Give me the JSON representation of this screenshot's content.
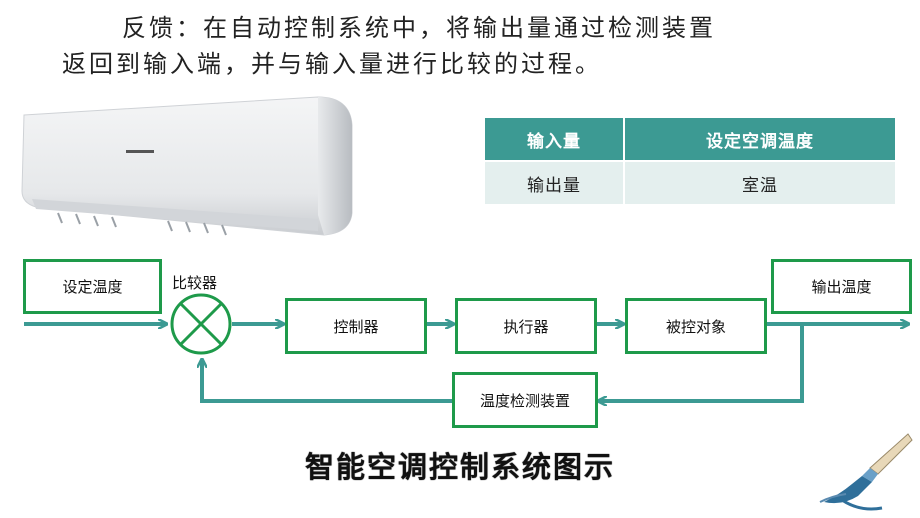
{
  "intro": {
    "line1": "反馈：在自动控制系统中，将输出量通过检测装置",
    "line2": "返回到输入端，并与输入量进行比较的过程。"
  },
  "table": {
    "header": [
      "输入量",
      "设定空调温度"
    ],
    "row": [
      "输出量",
      "室温"
    ]
  },
  "diagram": {
    "input_label": "设定温度",
    "comparator_label": "比较器",
    "controller": "控制器",
    "actuator": "执行器",
    "plant": "被控对象",
    "output_label": "输出温度",
    "sensor": "温度检测装置"
  },
  "caption": "智能空调控制系统图示",
  "colors": {
    "box_border": "#1e9a4a",
    "arrow": "#3c9a93",
    "table_header": "#3c9a93"
  }
}
